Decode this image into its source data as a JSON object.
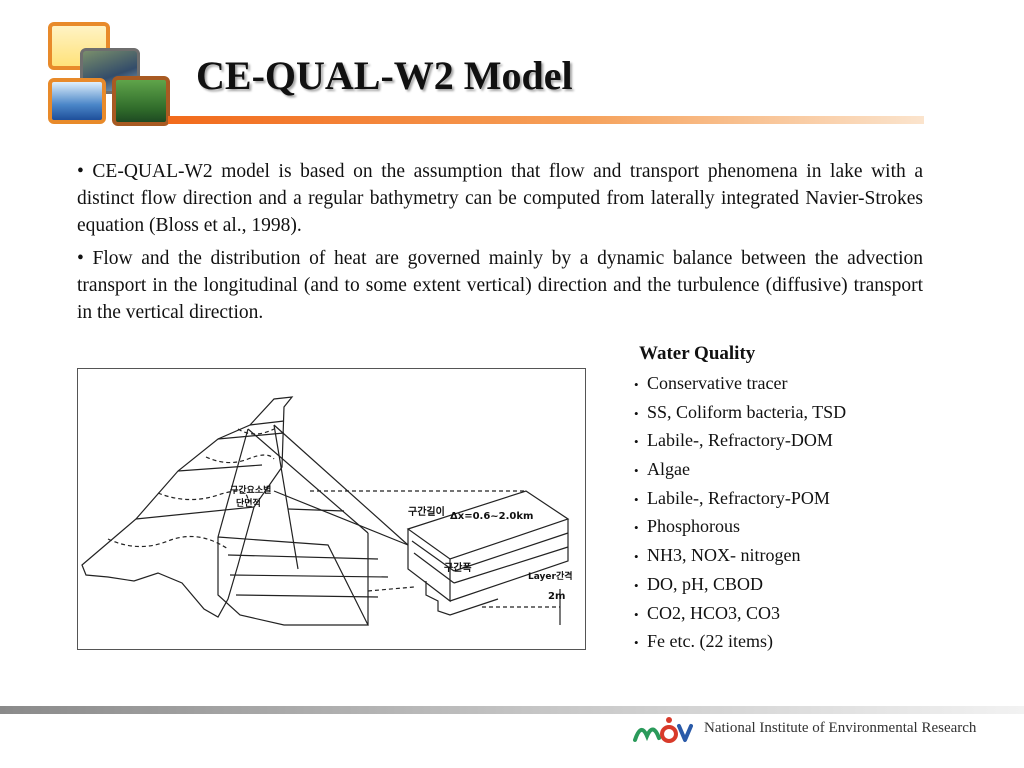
{
  "header": {
    "title": "CE-QUAL-W2 Model"
  },
  "body": {
    "paragraphs": [
      "CE-QUAL-W2 model is based on the assumption that flow and transport phenomena in lake with a distinct flow direction and a regular bathymetry can be computed from laterally integrated Navier-Strokes equation (Bloss et al., 1998).",
      "Flow and the distribution of heat are governed mainly by a dynamic balance between  the advection transport in the longitudinal (and to some extent vertical) direction and  the turbulence  (diffusive) transport in the vertical direction."
    ],
    "bullet": "•"
  },
  "diagram": {
    "label_cross_section_line1": "구간요소별",
    "label_cross_section_line2": "단면적",
    "label_length": "구간길이",
    "label_dx": "Δx=0.6~2.0km",
    "label_width": "구간폭",
    "label_layer": "Layer간격",
    "label_layer_value": "2m"
  },
  "water_quality": {
    "title": "Water Quality",
    "items": [
      "Conservative tracer",
      "SS, Coliform bacteria, TSD",
      "Labile-, Refractory-DOM",
      "Algae",
      "Labile-, Refractory-POM",
      "Phosphorous",
      "NH3, NOX- nitrogen",
      "DO, pH, CBOD",
      "CO2, HCO3, CO3",
      "Fe  etc.  (22 items)"
    ]
  },
  "footer": {
    "organization": "National Institute of Environmental Research"
  },
  "colors": {
    "accent": "#f26a1b",
    "logo_green": "#2a9a5a",
    "logo_red": "#d83a2a",
    "logo_blue": "#2a5aa8"
  }
}
